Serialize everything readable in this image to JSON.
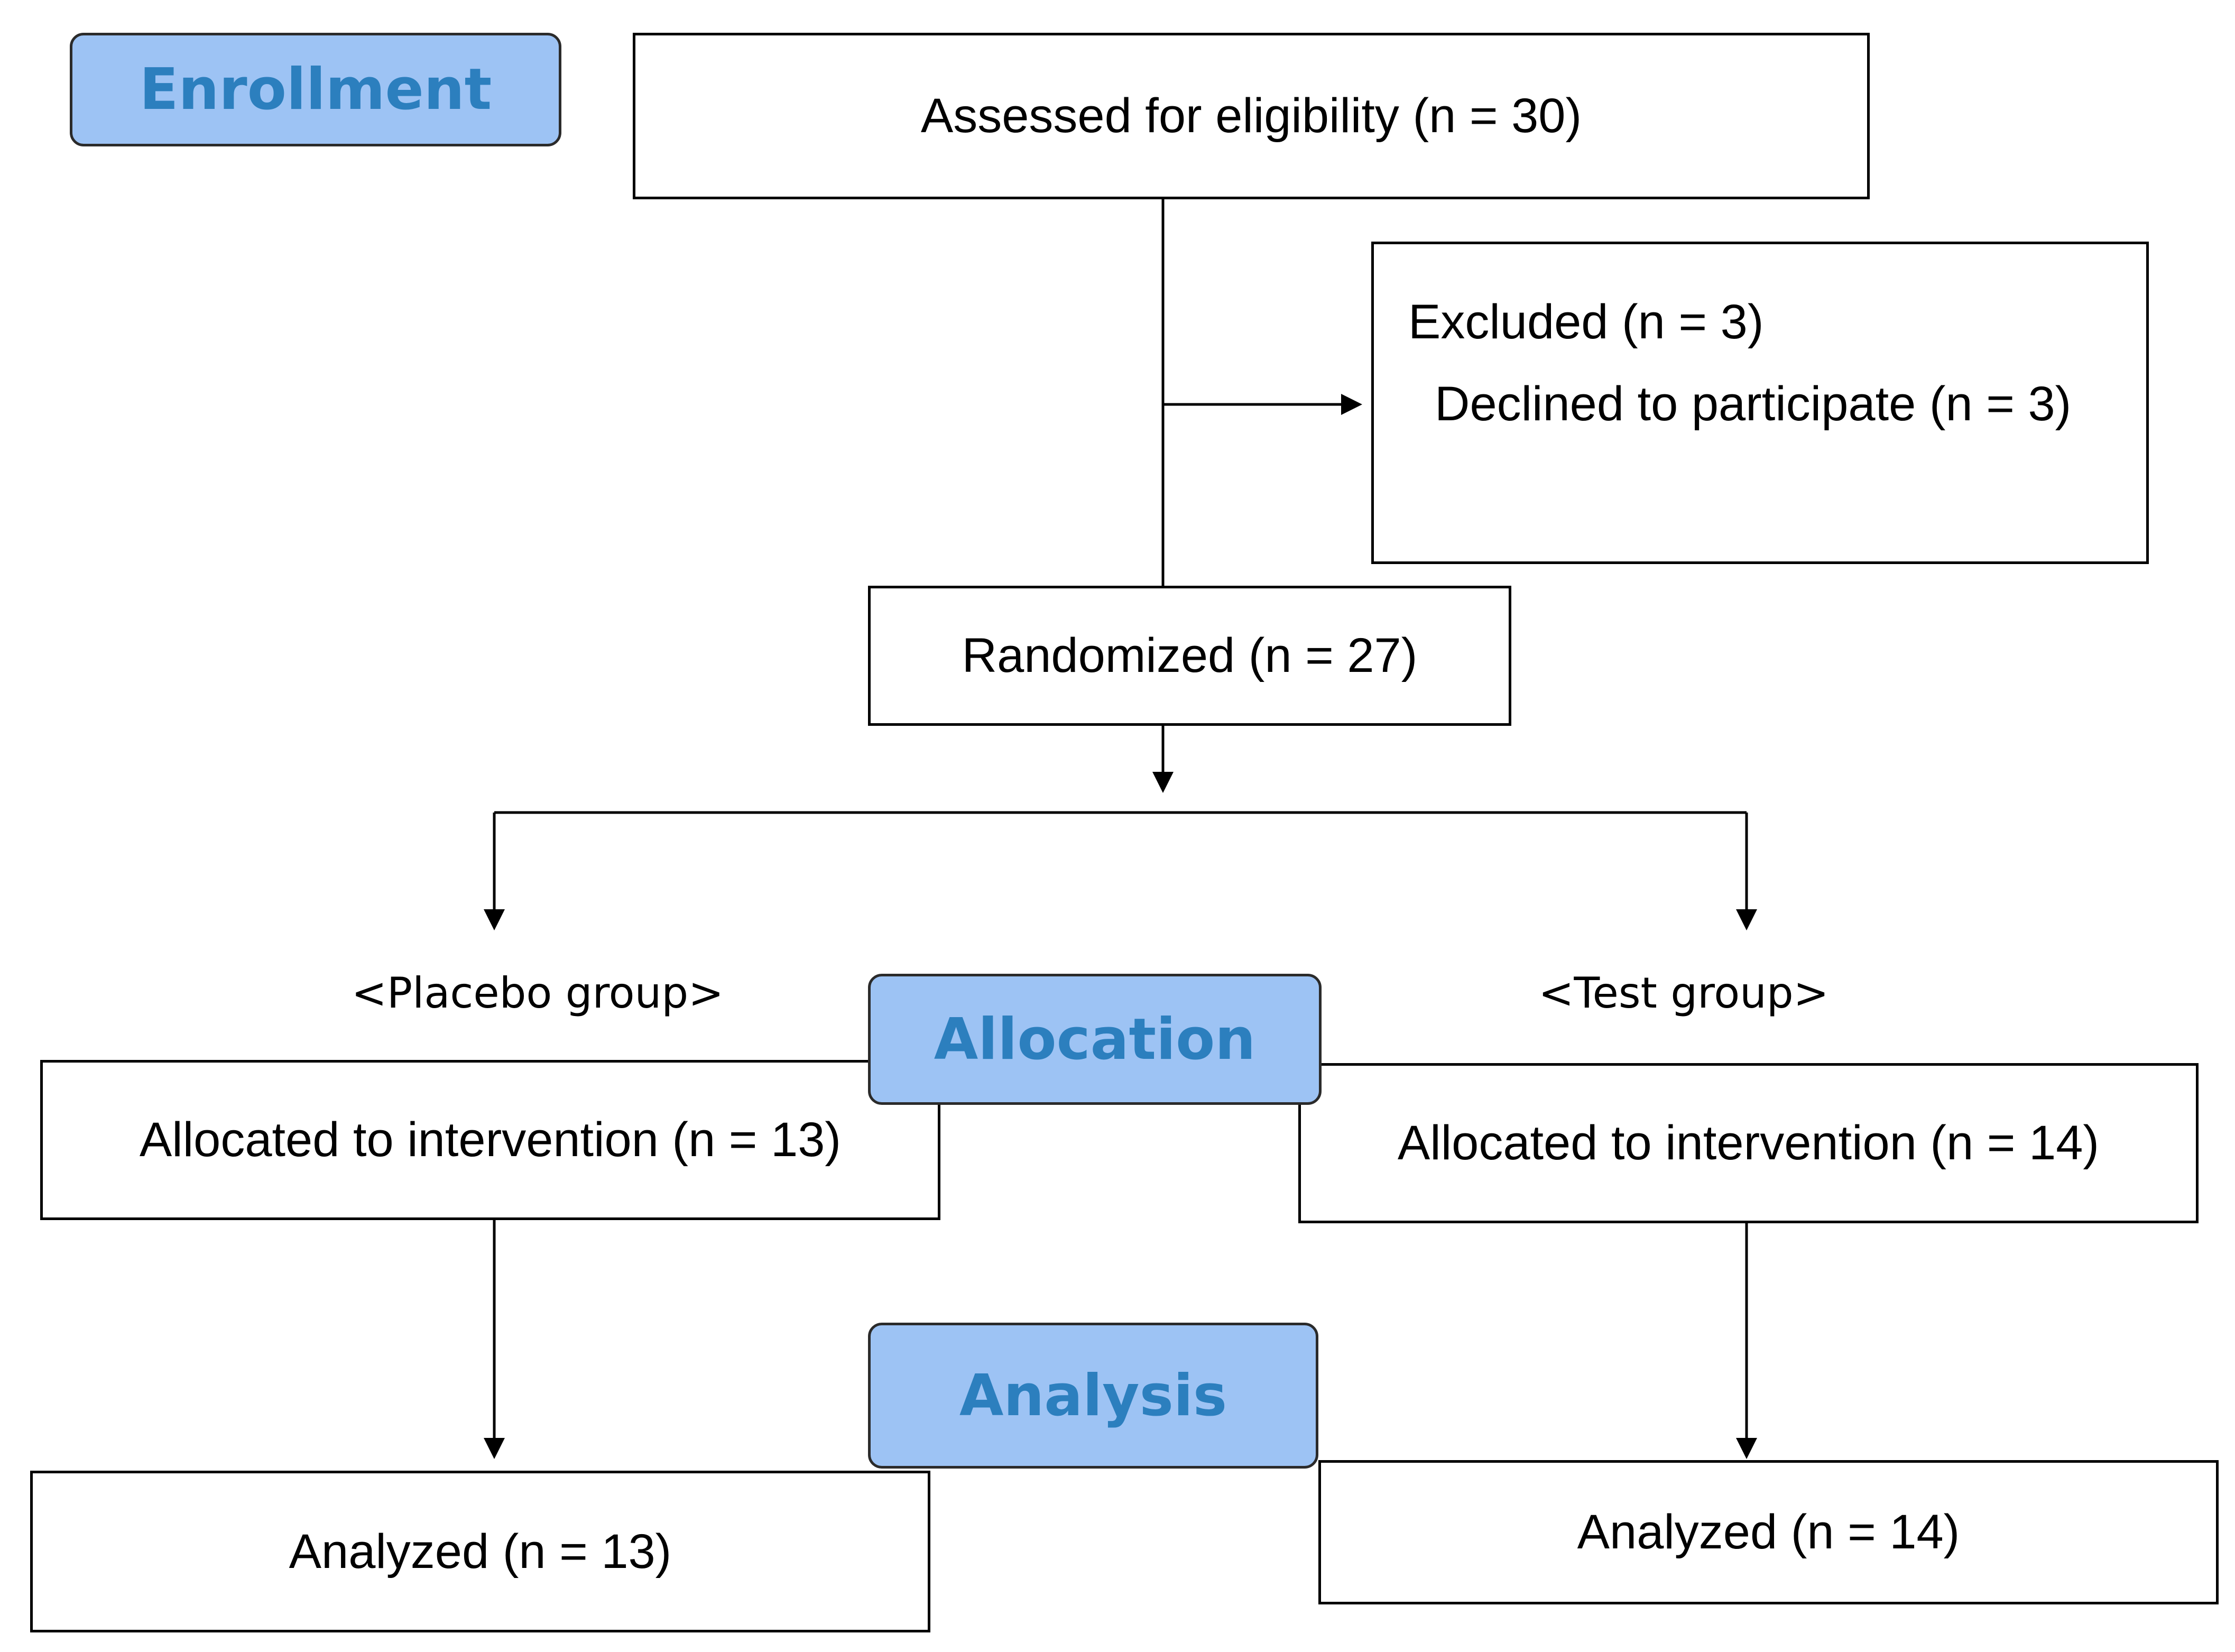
{
  "stages": {
    "enrollment": "Enrollment",
    "allocation": "Allocation",
    "analysis": "Analysis"
  },
  "boxes": {
    "assessed": "Assessed  for eligibility  (n = 30)",
    "excluded_title": "Excluded (n = 3)",
    "excluded_reason": "Declined to participate  (n = 3)",
    "randomized": "Randomized (n = 27)",
    "placebo_allocated": "Allocated to intervention  (n = 13)",
    "test_allocated": "Allocated to intervention  (n = 14)",
    "placebo_analyzed": "Analyzed  (n = 13)",
    "test_analyzed": "Analyzed  (n = 14)"
  },
  "groups": {
    "placebo": "<Placebo group>",
    "test": "<Test group>"
  },
  "colors": {
    "stage_fill": "#9dc3f4",
    "stage_text": "#2c7fbe",
    "box_border": "#000000"
  }
}
